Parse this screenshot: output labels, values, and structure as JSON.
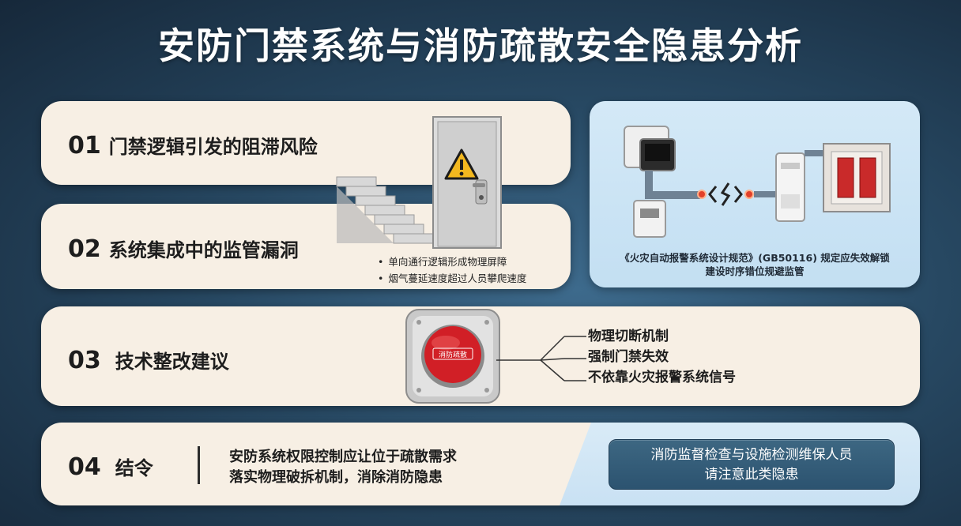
{
  "title": "安防门禁系统与消防疏散安全隐患分析",
  "sections": [
    {
      "num": "01",
      "label": "门禁逻辑引发的阻滞风险"
    },
    {
      "num": "02",
      "label": "系统集成中的监管漏洞"
    },
    {
      "num": "03",
      "label": "技术整改建议"
    },
    {
      "num": "04",
      "label": "结令"
    }
  ],
  "bullets": [
    "单向通行逻辑形成物理屏障",
    "烟气蔓延速度超过人员攀爬速度"
  ],
  "info_caption": [
    "《火灾自动报警系统设计规范》(GB50116) 规定应失效解锁",
    "建设时序错位规避监管"
  ],
  "emergency_button_text": "消防疏散",
  "recommendations": [
    "物理切断机制",
    "强制门禁失效",
    "不依靠火灾报警系统信号"
  ],
  "conclusion": [
    "安防系统权限控制应让位于疏散需求",
    "落实物理破拆机制，消除消防隐患"
  ],
  "notice": [
    "消防监督检查与设施检测维保人员",
    "请注意此类隐患"
  ],
  "colors": {
    "card_bg": "#f7efe4",
    "info_bg": "#c9e1f3",
    "notice_bg": "#2c5370",
    "button_red": "#d11f26",
    "warning_yellow": "#f3b81f"
  },
  "icons": [
    "warning-triangle-icon",
    "emergency-button-icon",
    "door-icon",
    "stairs-icon",
    "access-control-icon",
    "signal-break-icon"
  ]
}
